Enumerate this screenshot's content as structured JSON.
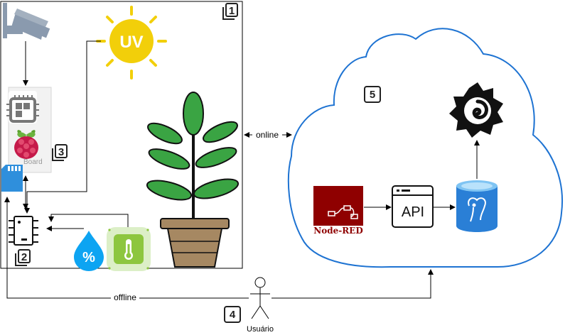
{
  "labels": {
    "uv": "UV",
    "board": "Board",
    "online": "online",
    "offline": "offline",
    "user": "Usuário",
    "api": "API",
    "nodered": "Node-RED",
    "percent": "%"
  },
  "badges": {
    "n1": "1",
    "n2": "2",
    "n3": "3",
    "n4": "4",
    "n5": "5"
  },
  "colors": {
    "cloud_border": "#1e73d2",
    "sun": "#f2cf0a",
    "nodered": "#8f0000",
    "postgres": "#2a7fd6",
    "water_drop": "#0da4f2",
    "sensor": "#8dc63f",
    "plant_leaf": "#3aa443",
    "pot": "#a68862",
    "raspberry": "#c51a4a"
  },
  "icons": [
    "camera-icon",
    "sun-icon",
    "board-icon",
    "raspberry-icon",
    "sd-card-icon",
    "chip-icon",
    "water-drop-icon",
    "temperature-sensor-icon",
    "plant-icon",
    "grafana-icon",
    "nodered-icon",
    "api-icon",
    "postgres-icon",
    "user-icon"
  ]
}
